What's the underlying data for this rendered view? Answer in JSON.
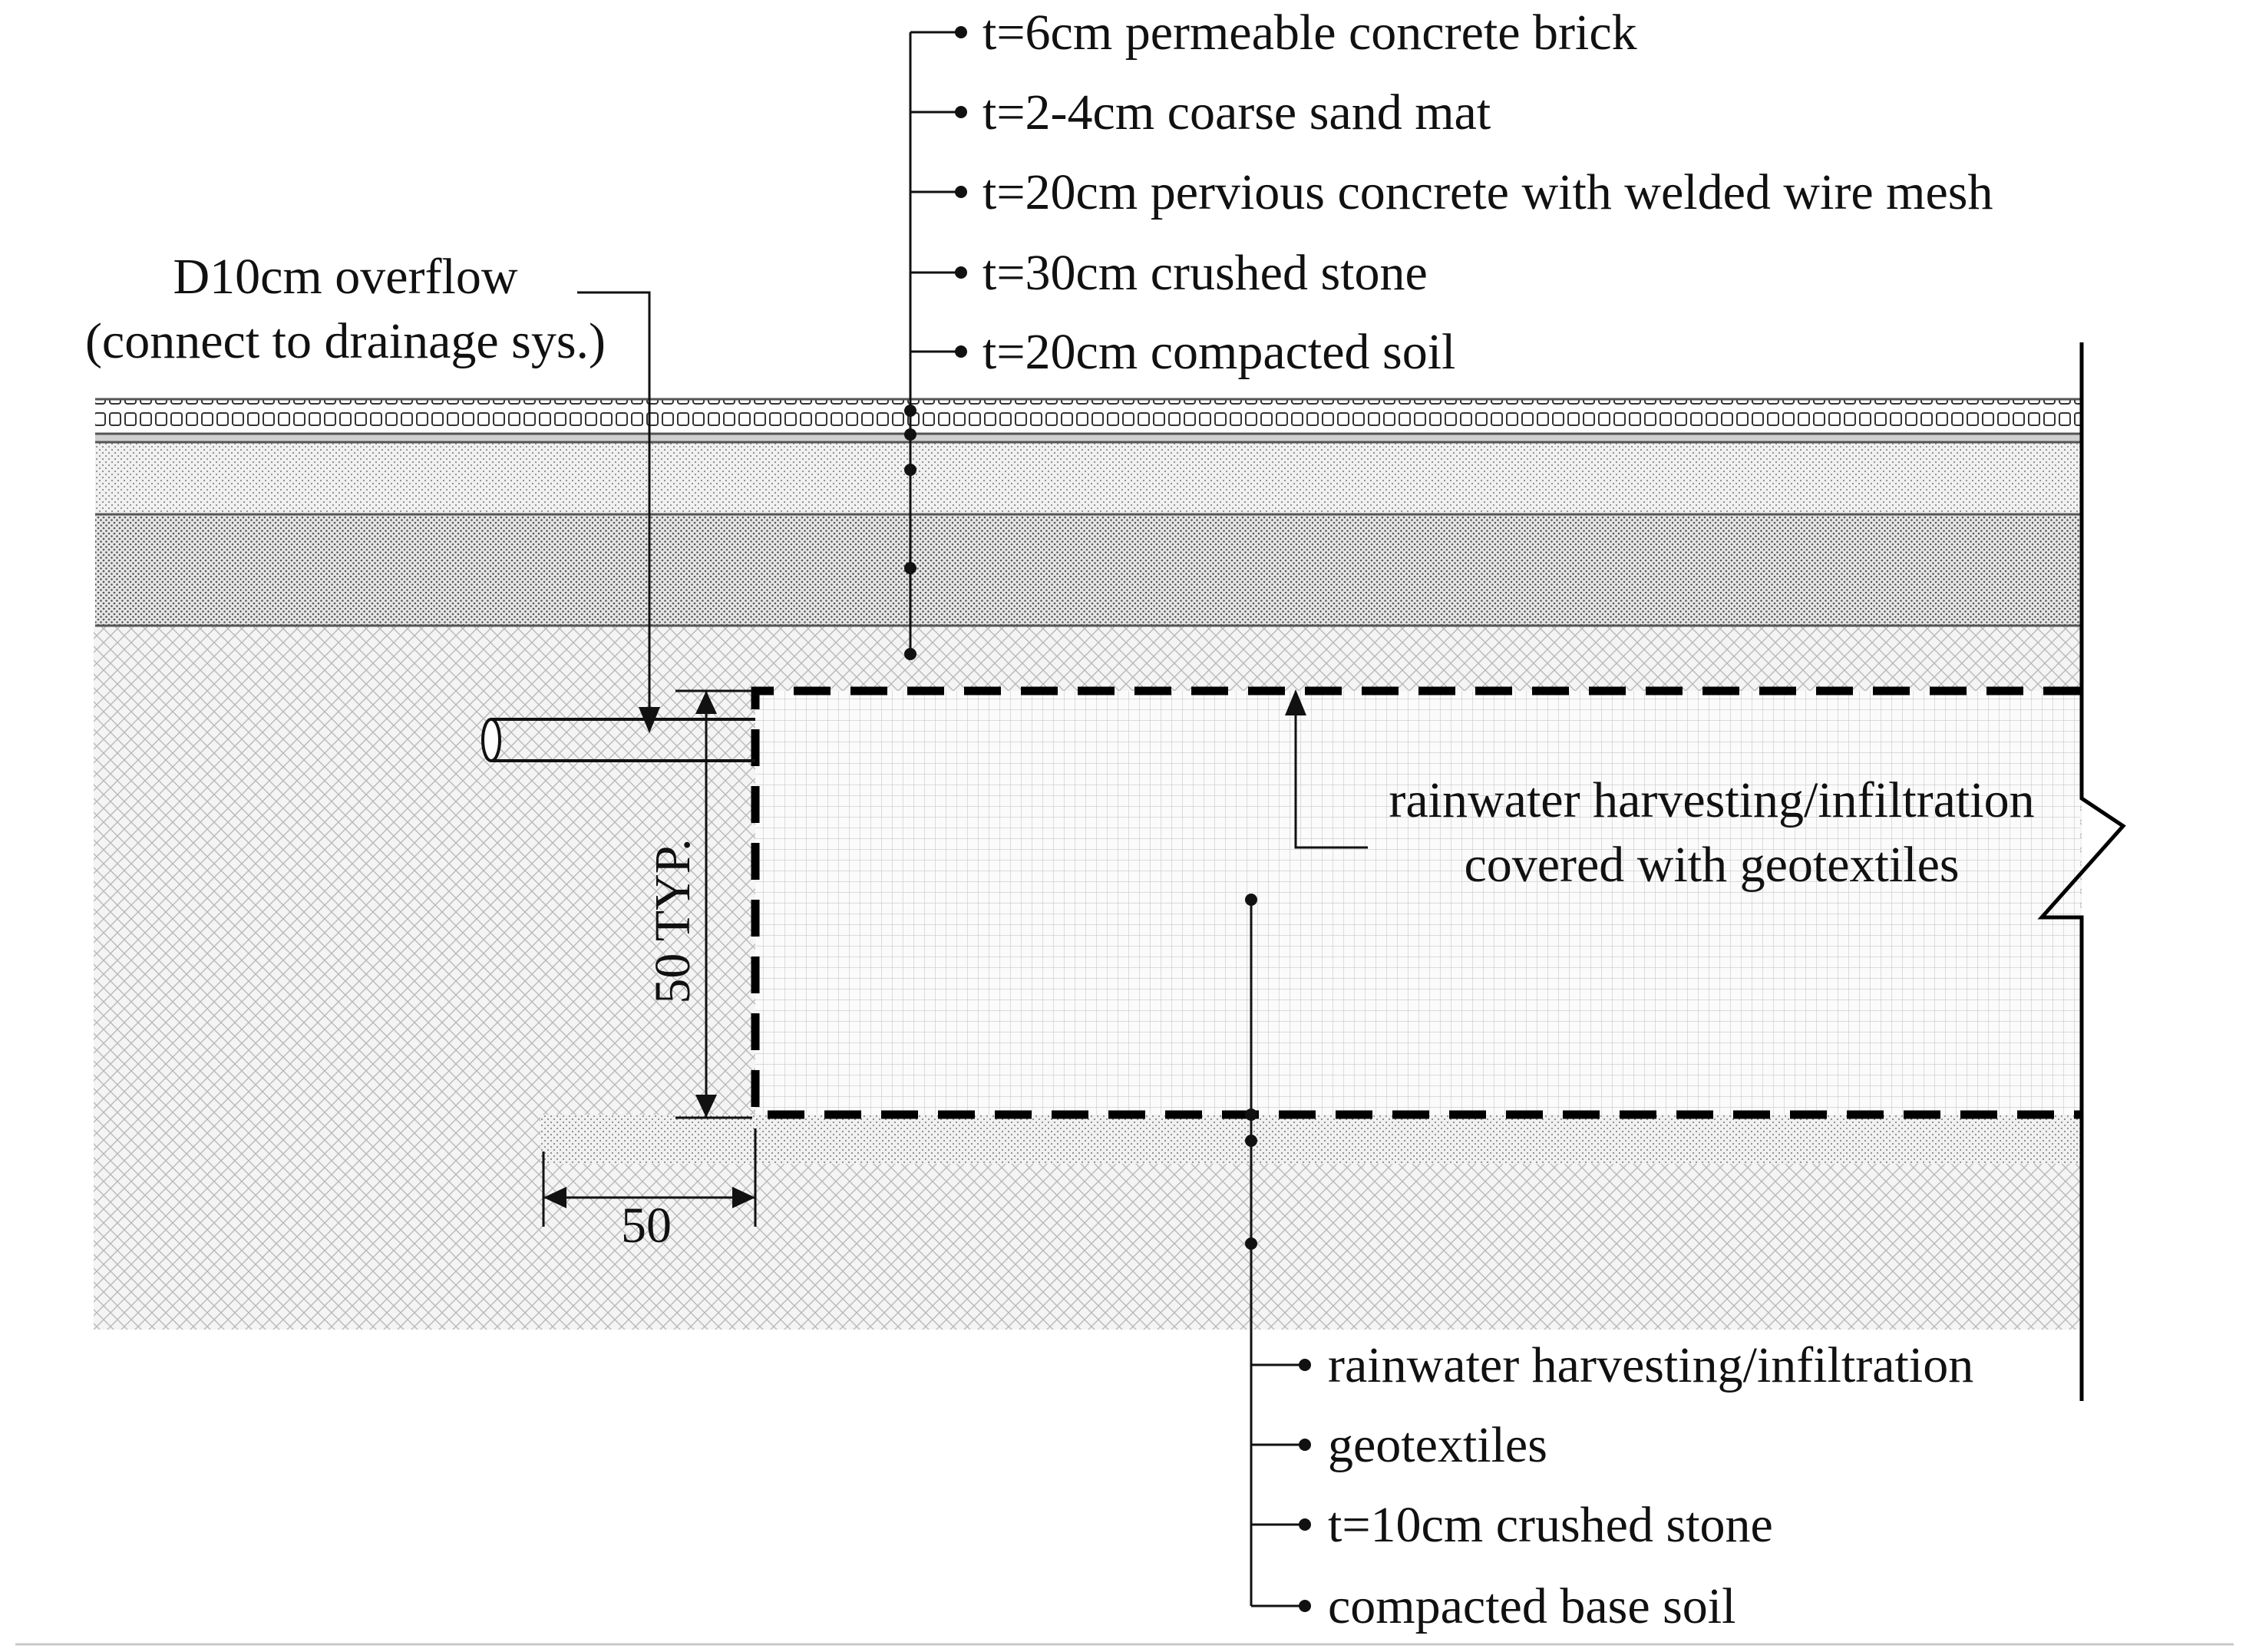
{
  "top_callouts": [
    "t=6cm permeable concrete brick",
    "t=2-4cm coarse sand mat",
    "t=20cm pervious concrete with welded wire mesh",
    "t=30cm crushed stone",
    "t=20cm compacted soil"
  ],
  "bottom_callouts": [
    "rainwater harvesting/infiltration",
    "geotextiles",
    "t=10cm crushed stone",
    "compacted base soil"
  ],
  "overflow": {
    "line1": "D10cm overflow",
    "line2": "(connect to drainage sys.)"
  },
  "box_note": {
    "line1": "rainwater harvesting/infiltration",
    "line2": "covered with geotextiles"
  },
  "dimensions": {
    "depth": "50 TYP.",
    "width": "50"
  }
}
